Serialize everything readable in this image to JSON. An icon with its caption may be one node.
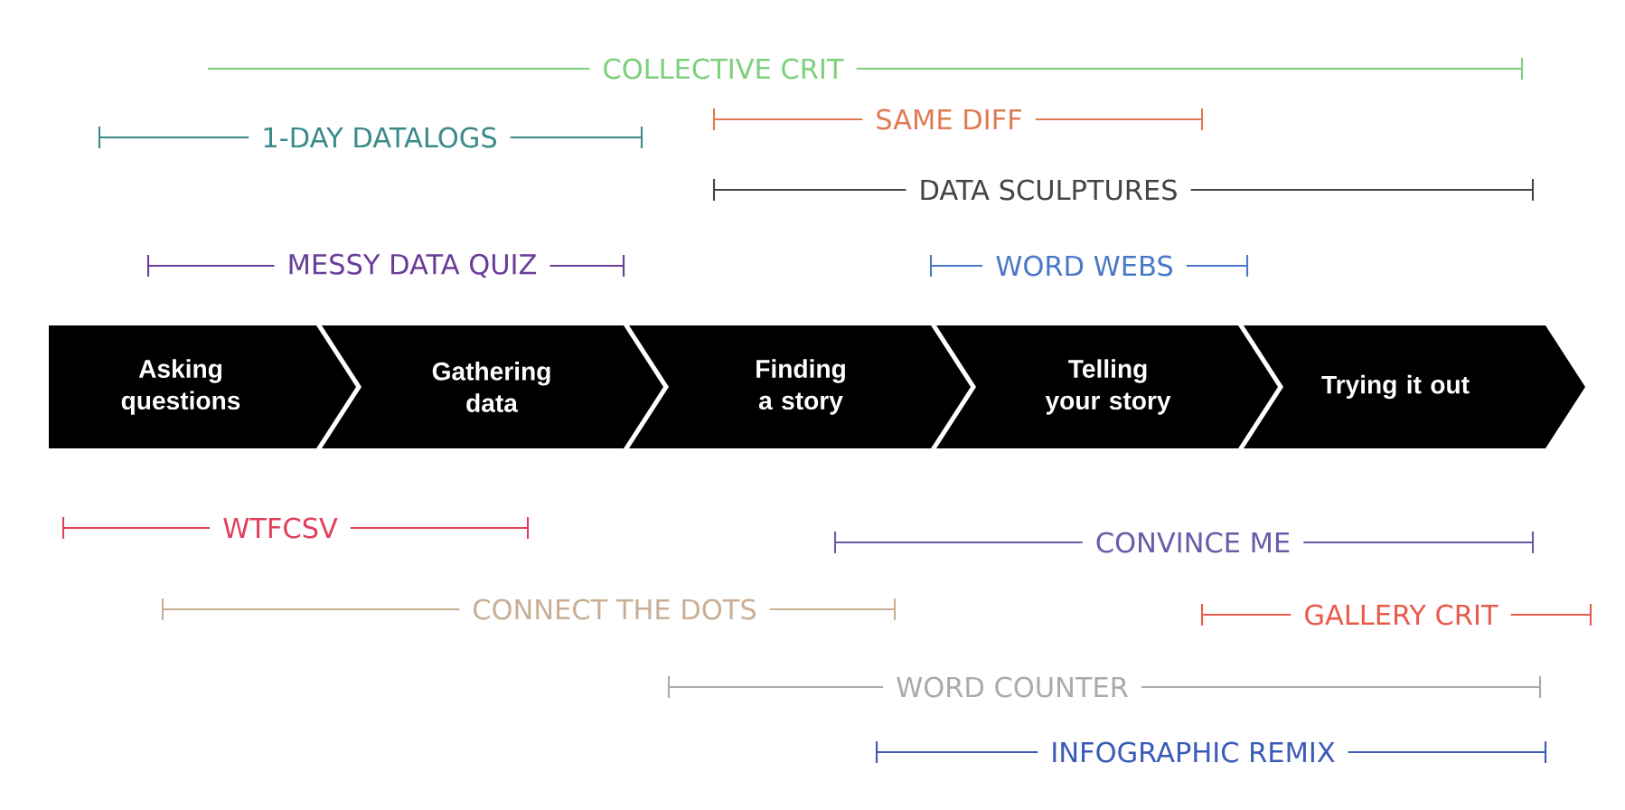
{
  "diagram": {
    "nodes": [
      {
        "text": [
          "Asking questions"
        ]
      },
      {
        "text": [
          "Gathering data"
        ]
      },
      {
        "text": [
          "Finding a story"
        ]
      },
      {
        "text": [
          "Telling your story"
        ]
      },
      {
        "text": [
          "Trying it out"
        ]
      }
    ],
    "labels": [
      "COLLECTIVE CRIT",
      "1-DAY DATALOGS",
      "SAME DIFF",
      "DATA SCULPTURES",
      "MESSY DATA QUIZ",
      "WORD WEBS",
      "WTFCSV",
      "CONVINCE ME",
      "CONNECT THE DOTS",
      "GALLERY CRIT",
      "WORD COUNTER",
      "INFOGRAPHIC REMIX"
    ]
  }
}
